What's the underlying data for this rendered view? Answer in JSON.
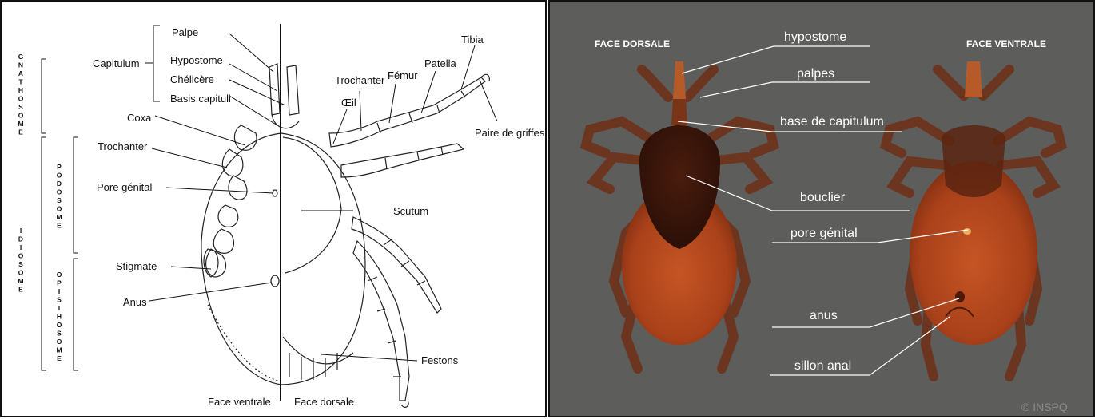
{
  "left": {
    "labels": {
      "palpe": "Palpe",
      "capitulum": "Capitulum",
      "hypostome": "Hypostome",
      "chelicere": "Chélicère",
      "basis": "Basis capituli",
      "coxa": "Coxa",
      "trochanter_left": "Trochanter",
      "pore": "Pore génital",
      "stigmate": "Stigmate",
      "anus": "Anus",
      "trochanter_right": "Trochanter",
      "femur": "Fémur",
      "patella": "Patella",
      "tibia": "Tibia",
      "oeil": "Œil",
      "griffes": "Paire de griffes",
      "scutum": "Scutum",
      "festons": "Festons",
      "face_ventrale": "Face ventrale",
      "face_dorsale": "Face dorsale"
    },
    "regions": {
      "gnathosome": "GNATHOSOME",
      "idiosome": "IDIOSOME",
      "podosome": "PODOSOME",
      "opisthosome": "OPISTHOSOME"
    }
  },
  "right": {
    "headers": {
      "dorsale": "FACE DORSALE",
      "ventrale": "FACE VENTRALE"
    },
    "labels": {
      "hypostome": "hypostome",
      "palpes": "palpes",
      "base": "base de capitulum",
      "bouclier": "bouclier",
      "pore": "pore génital",
      "anus": "anus",
      "sillon": "sillon anal"
    },
    "credit": "© INSPQ"
  },
  "colors": {
    "panel_bg": "#5d5d5c",
    "tick_body": "#b5461c",
    "scutum": "#3a160c",
    "legs": "#6b3520"
  }
}
